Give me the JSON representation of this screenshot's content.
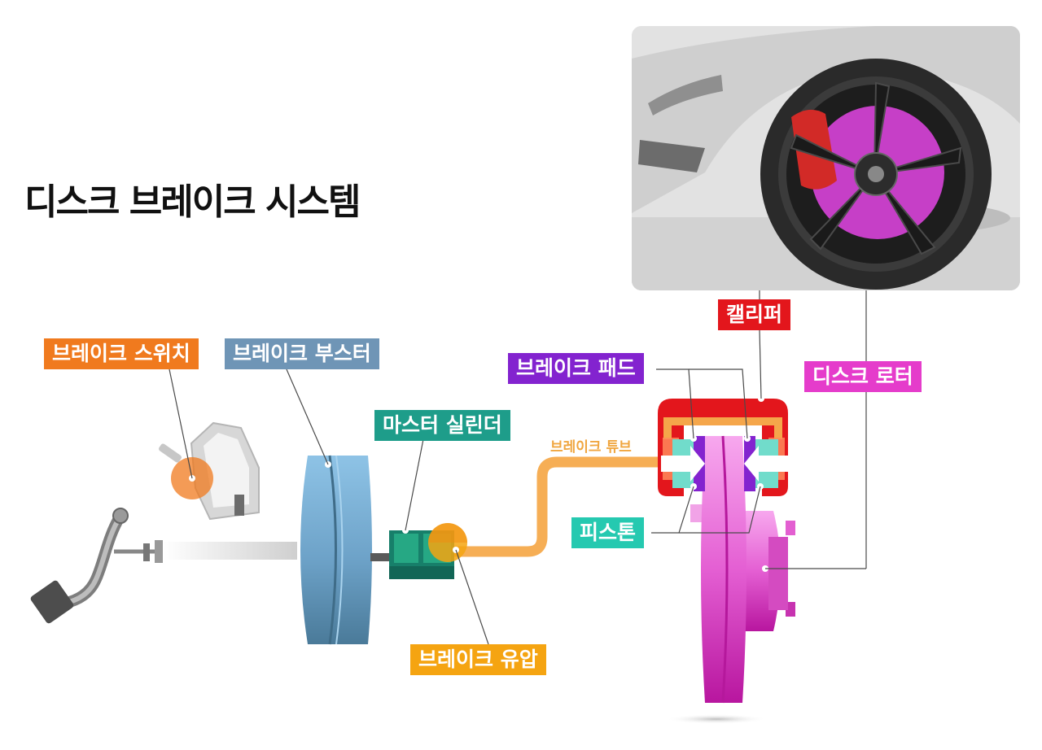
{
  "title": "디스크 브레이크 시스템",
  "labels": {
    "brake_switch": "브레이크 스위치",
    "brake_booster": "브레이크 부스터",
    "master_cylinder": "마스터 실린더",
    "caliper": "캘리퍼",
    "brake_pad": "브레이크 패드",
    "disc_rotor": "디스크 로터",
    "brake_tube": "브레이크 튜브",
    "piston": "피스톤",
    "brake_hydraulic": "브레이크 유압"
  },
  "colors": {
    "brake_switch": "#f07a1e",
    "brake_booster": "#6f95b6",
    "master_cylinder": "#1e9d8a",
    "caliper": "#e3161c",
    "brake_pad": "#8323cf",
    "disc_rotor": "#e53ccb",
    "piston": "#25c9b0",
    "brake_hydraulic": "#f5a411",
    "brake_tube": "#f6ae55"
  }
}
